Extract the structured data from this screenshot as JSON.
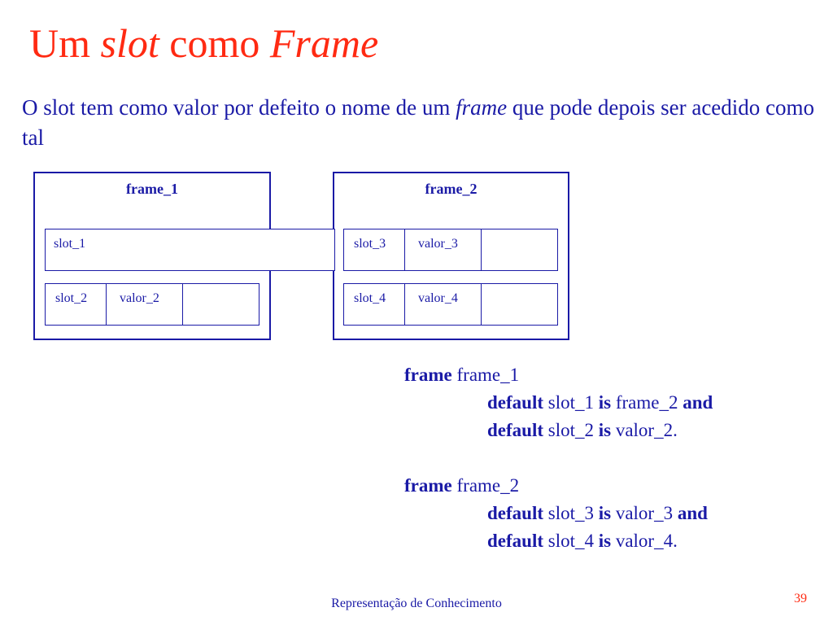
{
  "slide": {
    "title": {
      "part1": "Um ",
      "part2": "slot",
      "part3": " como ",
      "part4": "Frame"
    },
    "intro": {
      "part1": "O slot tem como valor por defeito o nome de um ",
      "italic": "frame",
      "part2": " que pode depois ser acedido como tal"
    }
  },
  "diagram": {
    "frame1": {
      "name": "frame_1",
      "slot1": "slot_1",
      "slot2": "slot_2",
      "valor2": "valor_2"
    },
    "frame2": {
      "name": "frame_2",
      "slot3": "slot_3",
      "valor3": "valor_3",
      "slot4": "slot_4",
      "valor4": "valor_4"
    }
  },
  "code": {
    "kw_frame": "frame",
    "kw_default": "default",
    "kw_is": "is",
    "kw_and": "and",
    "f1_name": "frame_1",
    "f1_l1_slot": "slot_1",
    "f1_l1_val": "frame_2",
    "f1_l2_slot": "slot_2",
    "f1_l2_val": "valor_2.",
    "f2_name": "frame_2",
    "f2_l1_slot": "slot_3",
    "f2_l1_val": "valor_3",
    "f2_l2_slot": "slot_4",
    "f2_l2_val": "valor_4."
  },
  "footer": {
    "text": "Representação de Conhecimento",
    "page": "39"
  }
}
